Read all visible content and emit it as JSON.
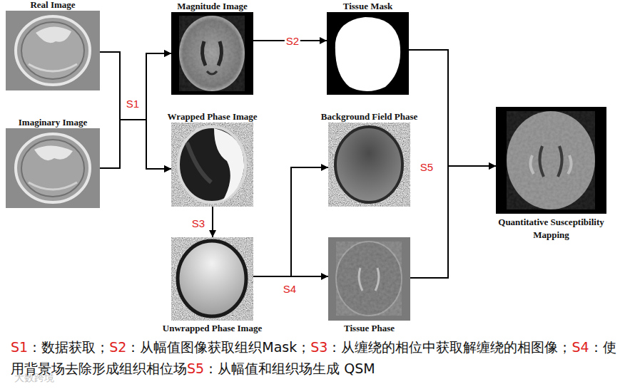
{
  "diagram": {
    "nodes": [
      {
        "text": [
          "Real Image"
        ]
      },
      {
        "text": [
          "Imaginary Image"
        ]
      },
      {
        "text": [
          "Magnitude Image"
        ]
      },
      {
        "text": [
          "Wrapped Phase Image"
        ]
      },
      {
        "text": [
          "Tissue Mask"
        ]
      },
      {
        "text": [
          "Background Field Phase"
        ]
      },
      {
        "text": [
          "Unwrapped Phase Image"
        ]
      },
      {
        "text": [
          "Tissue Phase"
        ]
      },
      {
        "text": [
          "Quantitative Susceptibility Mapping"
        ]
      }
    ],
    "edges": [
      {
        "from": 0,
        "to": 2,
        "arrow": "to",
        "label": "S1"
      },
      {
        "from": 0,
        "to": 3,
        "arrow": "to"
      },
      {
        "from": 1,
        "to": 2,
        "arrow": "to"
      },
      {
        "from": 1,
        "to": 3,
        "arrow": "to"
      },
      {
        "from": 2,
        "to": 4,
        "arrow": "to",
        "label": "S2"
      },
      {
        "from": 3,
        "to": 6,
        "arrow": "to",
        "label": "S3"
      },
      {
        "from": 6,
        "to": 5,
        "arrow": "to",
        "label": "S4"
      },
      {
        "from": 6,
        "to": 7,
        "arrow": "to"
      },
      {
        "from": 4,
        "to": 8,
        "arrow": "to",
        "label": "S5"
      },
      {
        "from": 7,
        "to": 8,
        "arrow": "to"
      }
    ],
    "labels": [
      "S1",
      "：数据获取；",
      "S2",
      "：从幅值图像获取组织Mask；",
      "S3",
      "：从缠绕的相位中获取解缠绕的相图像；",
      "S4",
      "：使用背景场去除形成组织相位场",
      "S5",
      "：从幅值和组织场生成 QSM",
      "大数跨境"
    ]
  }
}
